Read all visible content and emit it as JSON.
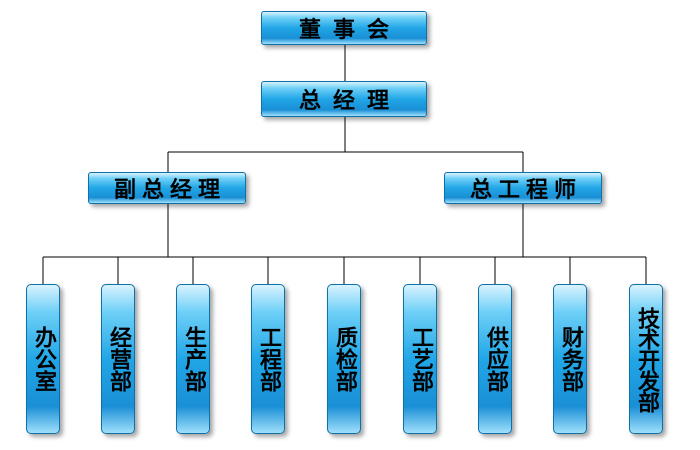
{
  "org": {
    "board": "董事会",
    "gm": "总经理",
    "deputy_gm": "副总经理",
    "chief_engineer": "总工程师",
    "departments": [
      "办公室",
      "经营部",
      "生产部",
      "工程部",
      "质检部",
      "工艺部",
      "供应部",
      "财务部",
      "技术开发部"
    ]
  },
  "colors": {
    "box_fill": "#21a6e6",
    "box_border": "#0f6fa8",
    "line": "#000000"
  }
}
